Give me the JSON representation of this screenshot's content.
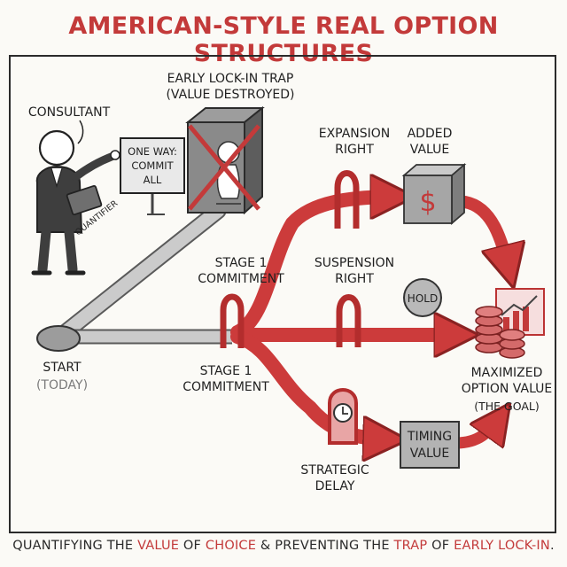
{
  "title": "AMERICAN-STYLE REAL OPTION STRUCTURES",
  "labels": {
    "consultant": "CONSULTANT",
    "quantifier": "QUANTIFIER",
    "sign_text": [
      "ONE WAY:",
      "COMMIT",
      "ALL"
    ],
    "trap_line1": "EARLY LOCK-IN TRAP",
    "trap_line2": "(VALUE DESTROYED)",
    "expansion_line1": "EXPANSION",
    "expansion_line2": "RIGHT",
    "added_value_line1": "ADDED",
    "added_value_line2": "VALUE",
    "dollar": "$",
    "stage1_top_line1": "STAGE 1",
    "stage1_top_line2": "COMMITMENT",
    "suspension_line1": "SUSPENSION",
    "suspension_line2": "RIGHT",
    "hold": "HOLD",
    "start": "START",
    "today": "(TODAY)",
    "stage1_bottom_line1": "STAGE 1",
    "stage1_bottom_line2": "COMMITMENT",
    "maximized_line1": "MAXIMIZED",
    "maximized_line2": "OPTION VALUE",
    "maximized_line3": "(THE GOAL)",
    "timing_line1": "TIMING",
    "timing_line2": "VALUE",
    "strategic_line1": "STRATEGIC",
    "strategic_line2": "DELAY"
  },
  "footer": {
    "p1": "QUANTIFYING THE ",
    "w1": "VALUE",
    "p2": " OF ",
    "w2": "CHOICE",
    "p3": " & PREVENTING THE ",
    "w3": "TRAP",
    "p4": " OF ",
    "w4": "EARLY LOCK-IN",
    "p5": "."
  },
  "colors": {
    "accent_red": "#c33a3a",
    "arrow_red": "#cc3b3b",
    "road_grey": "#c8c8c8",
    "box_grey": "#8f8f8f",
    "ink": "#222222"
  }
}
